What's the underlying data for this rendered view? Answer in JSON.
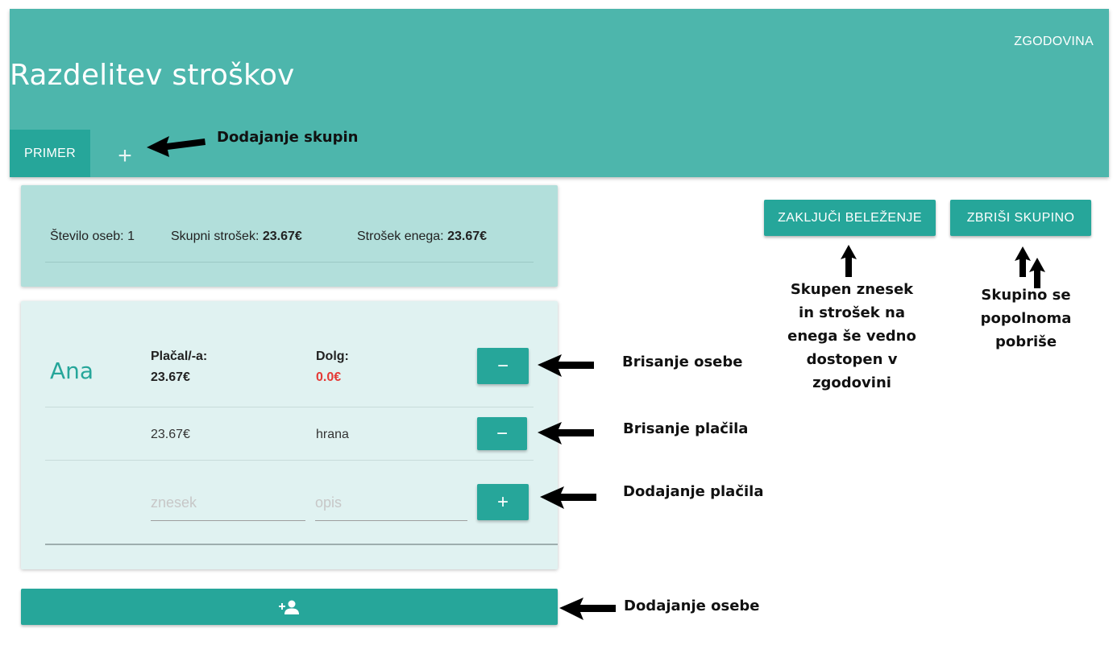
{
  "header": {
    "title": "Razdelitev stroškov",
    "history_link": "ZGODOVINA",
    "tabs": [
      {
        "label": "PRIMER"
      }
    ],
    "add_tab_symbol": "+"
  },
  "summary": {
    "people_label": "Število oseb:",
    "people_count": "1",
    "total_label": "Skupni strošek:",
    "total_value": "23.67€",
    "per_person_label": "Strošek enega:",
    "per_person_value": "23.67€"
  },
  "person": {
    "name": "Ana",
    "paid_label": "Plačal/-a:",
    "paid_value": "23.67€",
    "debt_label": "Dolg:",
    "debt_value": "0.0€",
    "payments": [
      {
        "amount": "23.67€",
        "description": "hrana"
      }
    ],
    "new_payment": {
      "amount_placeholder": "znesek",
      "description_placeholder": "opis"
    }
  },
  "buttons": {
    "remove_symbol": "−",
    "add_symbol": "+",
    "close_recording": "ZAKLJUČI BELEŽENJE",
    "delete_group": "ZBRIŠI SKUPINO"
  },
  "annotations": {
    "add_groups": "Dodajanje skupin",
    "delete_person": "Brisanje osebe",
    "delete_payment": "Brisanje plačila",
    "add_payment": "Dodajanje plačila",
    "add_person": "Dodajanje osebe",
    "close_note_lines": [
      "Skupen znesek",
      "in strošek na",
      "enega še vedno",
      "dostopen v",
      "zgodovini"
    ],
    "delete_note_lines": [
      "Skupino se",
      "popolnoma",
      "pobriše"
    ]
  },
  "colors": {
    "primary": "#26a69a",
    "header": "#4db6ac",
    "summary_bg": "#b2dfdb",
    "card_bg": "#e0f2f1",
    "debt": "#e53935"
  },
  "icons": {
    "add_tab": "plus-icon",
    "remove": "minus-icon",
    "add": "plus-icon",
    "add_person": "person-add-icon",
    "arrows": "arrow-icon"
  }
}
